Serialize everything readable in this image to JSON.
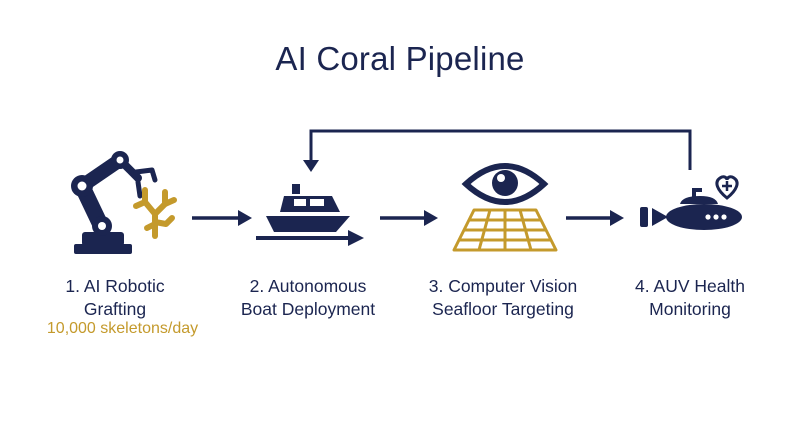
{
  "title": "AI Coral Pipeline",
  "colors": {
    "navy": "#1b2550",
    "gold": "#c49a2c",
    "white": "#ffffff"
  },
  "steps": [
    {
      "label_lines": [
        "1. AI Robotic",
        "Grafting"
      ],
      "stat": "10,000 skeletons/day",
      "icon": "robotic-arm-with-coral-icon"
    },
    {
      "label_lines": [
        "2. Autonomous",
        "Boat Deployment"
      ],
      "icon": "boat-icon"
    },
    {
      "label_lines": [
        "3. Computer Vision",
        "Seafloor Targeting"
      ],
      "icon": "eye-over-grid-icon"
    },
    {
      "label_lines": [
        "4. AUV Health",
        "Monitoring"
      ],
      "icon": "submarine-with-heart-icon"
    }
  ],
  "flow": [
    "1 → 2",
    "2 → 3",
    "3 → 4",
    "4 → 2 (feedback loop)"
  ]
}
